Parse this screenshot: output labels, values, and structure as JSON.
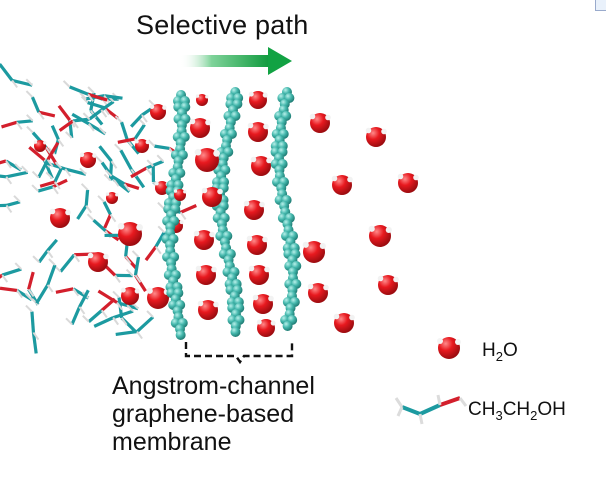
{
  "title": "Selective path",
  "membrane_label": {
    "line1": "Angstrom-channel",
    "line2": "graphene-based",
    "line3": "membrane"
  },
  "legend": {
    "water": {
      "text": "H2O",
      "parts": [
        "H",
        "2",
        "O"
      ]
    },
    "ethanol": {
      "text": "CH3CH2OH",
      "parts": [
        "CH",
        "3",
        "CH",
        "2",
        "OH"
      ]
    }
  },
  "colors": {
    "water": "#e0161d",
    "graphene": "#3cb3a8",
    "ethanol_carbon": "#1c9aa0",
    "ethanol_oxygen": "#d31f2c",
    "arrow": "#19a24a"
  },
  "icons": {
    "arrow": "right-arrow-icon",
    "bracket": "bracket-icon"
  }
}
